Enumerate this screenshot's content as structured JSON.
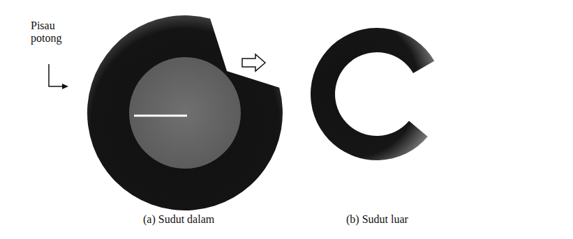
{
  "diagram": {
    "labels": [
      "Pisau potong",
      "(a) Sudut dalam",
      "(b) Sudut luar"
    ]
  }
}
